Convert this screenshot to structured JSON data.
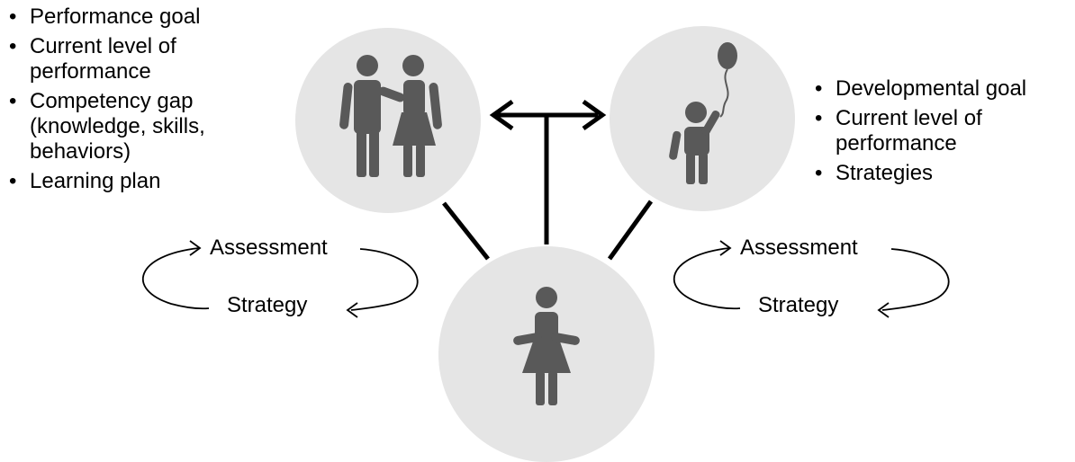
{
  "left_list": {
    "items": [
      "Performance goal",
      "Current level of performance",
      "Competency gap (knowledge, skills, behaviors)",
      "Learning plan"
    ]
  },
  "right_list": {
    "items": [
      "Developmental goal",
      "Current level of performance",
      "Strategies"
    ]
  },
  "left_cycle": {
    "top_label": "Assessment",
    "bottom_label": "Strategy"
  },
  "right_cycle": {
    "top_label": "Assessment",
    "bottom_label": "Strategy"
  },
  "nodes": {
    "parents_icon": "parents-icon",
    "child_icon": "child-with-balloon-icon",
    "teacher_icon": "teacher-icon"
  },
  "colors": {
    "circle_fill": "#e5e5e5",
    "figure_fill": "#595959",
    "line_color": "#000000"
  }
}
